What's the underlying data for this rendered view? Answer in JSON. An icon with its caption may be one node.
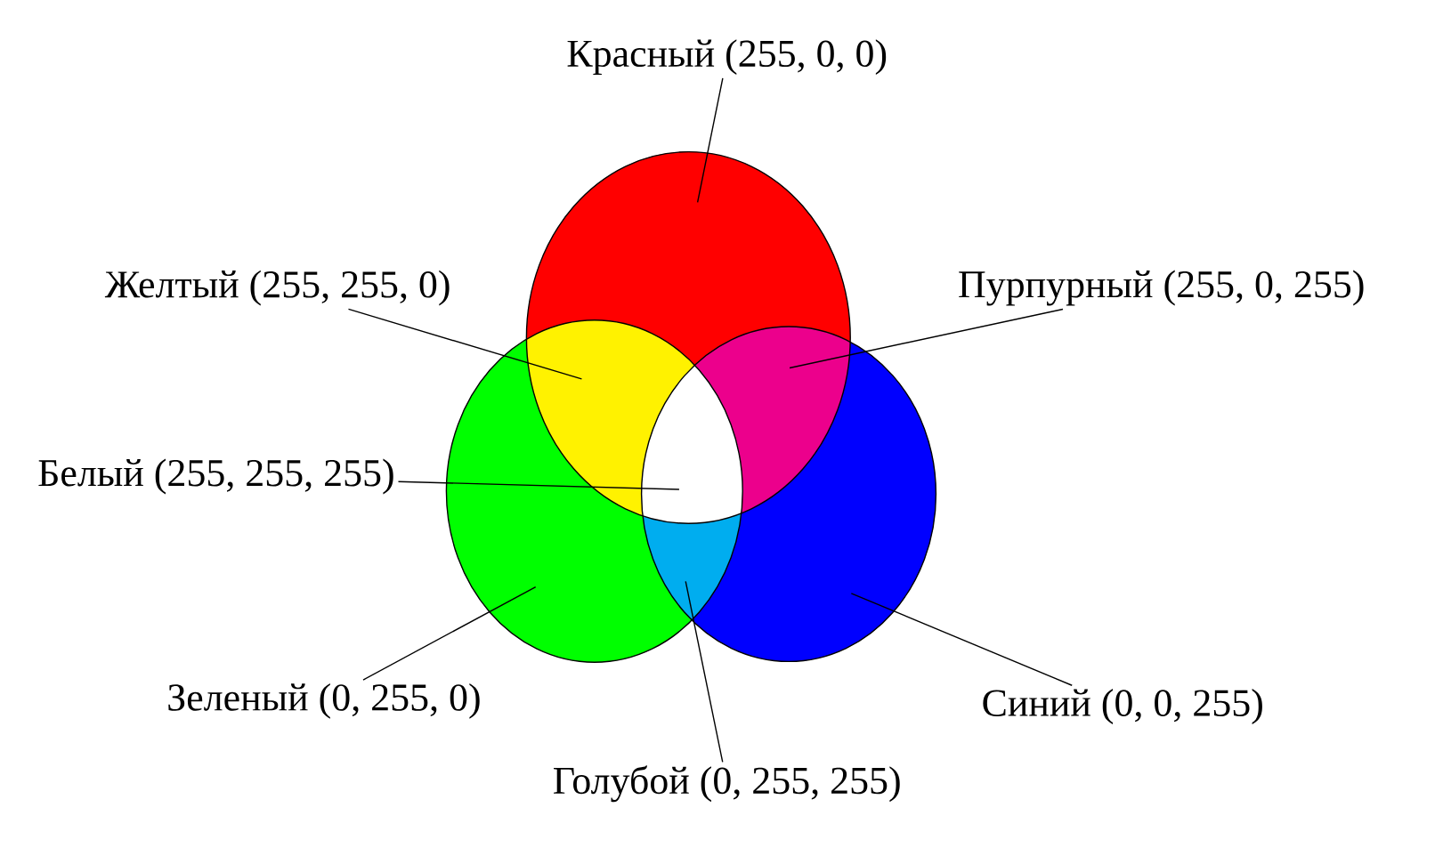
{
  "diagram": {
    "nodes": [
      {
        "text": [
          "Красный (255, 0, 0)"
        ]
      },
      {
        "text": [
          "Желтый (255, 255, 0)"
        ]
      },
      {
        "text": [
          "Пурпурный (255, 0, 255)"
        ]
      },
      {
        "text": [
          "Белый (255, 255, 255)"
        ]
      },
      {
        "text": [
          "Зеленый (0, 255, 0)"
        ]
      },
      {
        "text": [
          "Синий (0, 0, 255)"
        ]
      },
      {
        "text": [
          "Голубой (0, 255, 255)"
        ]
      }
    ],
    "edges": [
      {
        "from": 0,
        "to": null,
        "arrow": "none"
      },
      {
        "from": 1,
        "to": null,
        "arrow": "none"
      },
      {
        "from": 2,
        "to": null,
        "arrow": "none"
      },
      {
        "from": 3,
        "to": null,
        "arrow": "none"
      },
      {
        "from": 4,
        "to": null,
        "arrow": "none"
      },
      {
        "from": 5,
        "to": null,
        "arrow": "none"
      },
      {
        "from": 6,
        "to": null,
        "arrow": "none"
      }
    ]
  }
}
